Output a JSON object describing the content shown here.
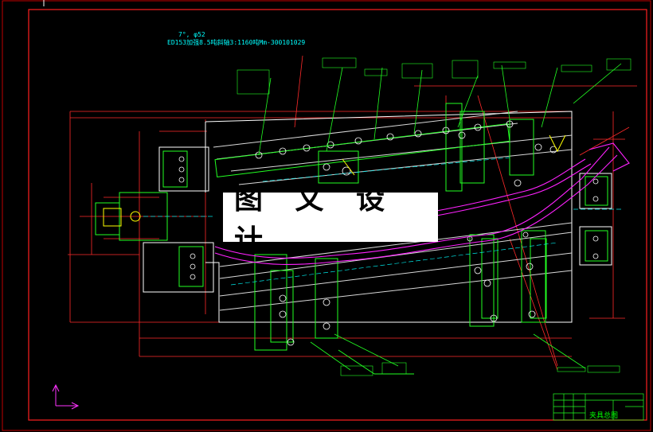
{
  "watermark": {
    "text": "图 文 设 计"
  },
  "notes": {
    "line1": "7°, φ52",
    "line2": "ED153加强8.5吨斜轴3:1160吨Mm-300101029"
  },
  "title_block": {
    "title": "夹具总图"
  },
  "colors": {
    "background": "#000000",
    "frame": "#ff2020",
    "outline": "#ffffff",
    "dimension": "#ff0000",
    "leader": "#00ff00",
    "centerline": "#00ffff",
    "path": "#ff00ff",
    "accent": "#ffff00"
  }
}
